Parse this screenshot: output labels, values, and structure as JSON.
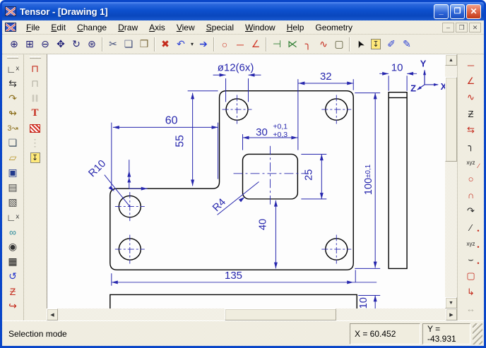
{
  "window": {
    "title": "Tensor - [Drawing 1]",
    "buttons": {
      "minimize": "_",
      "maximize": "❐",
      "close": "✕"
    }
  },
  "menu": {
    "items": [
      {
        "label": "File",
        "u": 0
      },
      {
        "label": "Edit",
        "u": 0
      },
      {
        "label": "Change",
        "u": 0
      },
      {
        "label": "Draw",
        "u": 0
      },
      {
        "label": "Axis",
        "u": 0
      },
      {
        "label": "View",
        "u": 0
      },
      {
        "label": "Special",
        "u": 0
      },
      {
        "label": "Window",
        "u": 0
      },
      {
        "label": "Help",
        "u": 0
      },
      {
        "label": "Geometry",
        "u": -1
      }
    ],
    "mdi_buttons": {
      "minimize": "–",
      "restore": "❐",
      "close": "✕"
    }
  },
  "toolbar": {
    "buttons": [
      {
        "n": "zoom-in-button",
        "g": "⊕",
        "c": "#1b1b74"
      },
      {
        "n": "zoom-window-button",
        "g": "⊞",
        "c": "#1b1b74"
      },
      {
        "n": "zoom-out-button",
        "g": "⊖",
        "c": "#1b1b74"
      },
      {
        "n": "pan-button",
        "g": "✥",
        "c": "#1b1b74"
      },
      {
        "n": "refresh-view-button",
        "g": "↻",
        "c": "#1b1b74"
      },
      {
        "n": "zoom-extents-button",
        "g": "⊛",
        "c": "#1b1b74"
      },
      {
        "sep": true
      },
      {
        "n": "cut-button",
        "g": "✂",
        "c": "#44507c"
      },
      {
        "n": "copy-button",
        "g": "❏",
        "c": "#44507c"
      },
      {
        "n": "paste-button",
        "g": "❒",
        "c": "#7b6a3e"
      },
      {
        "sep": true
      },
      {
        "n": "delete-button",
        "g": "✖",
        "c": "#c42a1c"
      },
      {
        "n": "undo-button",
        "g": "↶",
        "c": "#2a3fd4"
      },
      {
        "n": "undo-dropdown-button",
        "g": "▾",
        "c": "#222",
        "w": true
      },
      {
        "n": "redo-button",
        "g": "➔",
        "c": "#2a3fd4"
      },
      {
        "sep": true
      },
      {
        "n": "circle-tool-button",
        "g": "○",
        "c": "#d03a2a"
      },
      {
        "n": "line-tool-button",
        "g": "─",
        "c": "#d03a2a"
      },
      {
        "n": "angle-tool-button",
        "g": "∠",
        "c": "#d03a2a"
      },
      {
        "sep": true
      },
      {
        "n": "trim-tool-button",
        "g": "⊣",
        "c": "#2e7d32"
      },
      {
        "n": "extend-tool-button",
        "g": "⋉",
        "c": "#2e7d32"
      },
      {
        "n": "corner-tool-button",
        "g": "╮",
        "c": "#c42a1c"
      },
      {
        "n": "arc-tool-button",
        "g": "∿",
        "c": "#c42a1c"
      },
      {
        "n": "fillet-rect-tool-button",
        "g": "▢",
        "c": "#555533"
      },
      {
        "sep": true
      },
      {
        "n": "select-mode-button",
        "g": "➤",
        "c": "#111111",
        "r": -115
      },
      {
        "n": "measure-plumb-button",
        "g": "↧",
        "css": "plumb"
      },
      {
        "n": "pick-style-button",
        "g": "✐",
        "c": "#2a3fd4"
      },
      {
        "n": "apply-style-button",
        "g": "✎",
        "c": "#2a3fd4"
      }
    ]
  },
  "sidebar_left": {
    "col1": [
      {
        "n": "axis-origin-button",
        "g": "∟ˣ",
        "c": "#333333"
      },
      {
        "n": "move-axis-button",
        "g": "⇆",
        "c": "#333333"
      },
      {
        "n": "rotate-axis-button",
        "g": "↷",
        "c": "#8a6d1a"
      },
      {
        "n": "transform-axis-button",
        "g": "↬",
        "c": "#8a6d1a"
      },
      {
        "n": "axis-3d-button",
        "g": "3↝",
        "c": "#8a6d1a",
        "fs": 11
      },
      {
        "n": "new-drawing-button",
        "g": "❏",
        "c": "#445566"
      },
      {
        "n": "open-drawing-button",
        "g": "▱",
        "c": "#b8962a"
      },
      {
        "n": "save-drawing-button",
        "g": "▣",
        "c": "#223a8c"
      },
      {
        "n": "print-button",
        "g": "▤",
        "c": "#444444"
      },
      {
        "n": "print-preview-button",
        "g": "▧",
        "c": "#444444"
      },
      {
        "n": "coordinate-system-button",
        "g": "∟ˣ",
        "c": "#333333"
      },
      {
        "n": "view-options-button",
        "g": "∞",
        "c": "#2a8a9a"
      },
      {
        "n": "view-zoom-button",
        "g": "◉",
        "c": "#333333"
      },
      {
        "n": "grid-points-button",
        "g": "▦",
        "c": "#111111"
      },
      {
        "n": "rotate-view-button",
        "g": "↺",
        "c": "#2233cc"
      },
      {
        "n": "z-axis-button",
        "g": "Ƶ",
        "c": "#c42a1c"
      },
      {
        "n": "curve-arrow-button",
        "g": "↪",
        "c": "#c42a1c"
      }
    ],
    "col2": [
      {
        "n": "dimension-horizontal-button",
        "g": "⊓",
        "c": "#c42a1c"
      },
      {
        "n": "dimension-horizontal-disabled-button",
        "g": "⊓",
        "c": "#b5b2a5"
      },
      {
        "n": "dimension-vertical-disabled-button",
        "g": "∥∥",
        "c": "#b5b2a5",
        "fs": 10
      },
      {
        "n": "text-tool-button",
        "g": "T",
        "c": "#c42a1c",
        "css": "serifT"
      },
      {
        "n": "hatch-tool-button",
        "g": "",
        "css": "hatch"
      },
      {
        "n": "divider-disabled-button",
        "g": "⋮",
        "c": "#b5b2a5"
      },
      {
        "n": "plumb-tool-button",
        "g": "↧",
        "css": "plumb"
      }
    ]
  },
  "sidebar_right": {
    "items": [
      {
        "n": "draw-line-button",
        "g": "─",
        "c": "#c42a1c"
      },
      {
        "n": "draw-angle-button",
        "g": "∠",
        "c": "#c42a1c"
      },
      {
        "n": "draw-tangent-arc-button",
        "g": "∿",
        "c": "#c42a1c"
      },
      {
        "n": "draw-zigzag-button",
        "g": "Ƶ",
        "c": "#222222"
      },
      {
        "n": "draw-parallel-button",
        "g": "⇆",
        "c": "#c42a1c"
      },
      {
        "n": "draw-corner-fillet-button",
        "g": "╮",
        "c": "#222222"
      },
      {
        "n": "draw-xyz-line-button",
        "g": "xyz",
        "c": "#222222",
        "fs": 8,
        "g2": "∕",
        "g2c": "#c42a1c"
      },
      {
        "n": "draw-circle-button",
        "g": "○",
        "c": "#c42a1c"
      },
      {
        "n": "draw-rounded-corner-button",
        "g": "∩",
        "c": "#c42a1c"
      },
      {
        "n": "draw-curved-arrow-button",
        "g": "↷",
        "c": "#222222"
      },
      {
        "n": "draw-line-point-button",
        "g": "∕",
        "c": "#222222",
        "g2": "•",
        "g2c": "#c42a1c"
      },
      {
        "n": "draw-xyz-point-button",
        "g": "xyz",
        "c": "#222222",
        "fs": 8,
        "g2": "•",
        "g2c": "#c42a1c"
      },
      {
        "n": "draw-arc-point-button",
        "g": "⌣",
        "c": "#222222",
        "g2": "•",
        "g2c": "#c42a1c"
      },
      {
        "n": "draw-rounded-rect-button",
        "g": "▢",
        "c": "#c42a1c"
      },
      {
        "n": "draw-fillet-arrow-button",
        "g": "↳",
        "c": "#c42a1c"
      },
      {
        "n": "measure-distance-disabled-button",
        "g": "↔",
        "c": "#b5b2a5"
      }
    ]
  },
  "scrollbars": {
    "up": "▲",
    "down": "▼",
    "left": "◀",
    "right": "▶"
  },
  "drawing": {
    "dims": {
      "d12": "ø12(6x)",
      "d32": "32",
      "d10_top": "10",
      "d60": "60",
      "d55": "55",
      "d30": "30",
      "d30_tol_top": "+0,1",
      "d30_tol_bottom": "+0,3",
      "d25": "25",
      "d40": "40",
      "d100": "100",
      "d100_tol": "±0,1",
      "d135": "135",
      "d10_bottom": "10",
      "r10": "R10",
      "r4": "R4"
    },
    "axes": {
      "x": "X",
      "y": "Y",
      "z": "Z"
    },
    "colors": {
      "geometry": "#000000",
      "dimension": "#2626ad"
    }
  },
  "status": {
    "mode": "Selection mode",
    "x": "X = 60.452",
    "y": "Y = -43.931"
  }
}
